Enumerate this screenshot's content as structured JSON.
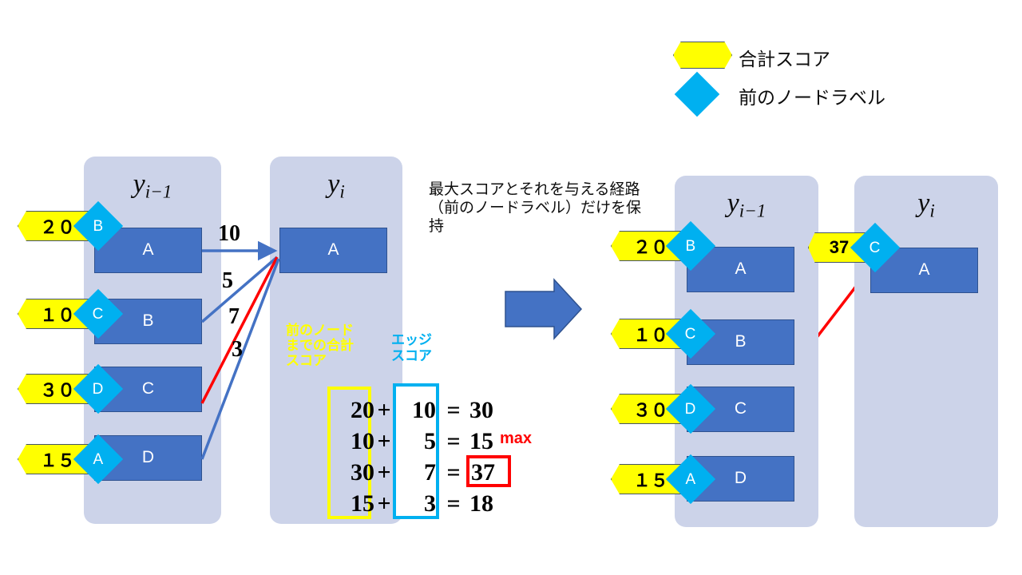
{
  "legend": {
    "items": [
      {
        "icon": "pentagon-yellow",
        "label": "合計スコア",
        "color": "#ffff00"
      },
      {
        "icon": "diamond-cyan",
        "label": "前のノードラベル",
        "color": "#00b0f0"
      }
    ]
  },
  "note": {
    "text": "最大スコアとそれを与える経路（前のノードラベル）だけを保持"
  },
  "left": {
    "prev_panel": {
      "title_base": "y",
      "title_sub": "i−1",
      "nodes": [
        {
          "label": "A",
          "score": "２０",
          "prev": "B"
        },
        {
          "label": "B",
          "score": "１０",
          "prev": "C"
        },
        {
          "label": "C",
          "score": "３０",
          "prev": "D"
        },
        {
          "label": "D",
          "score": "１５",
          "prev": "A"
        }
      ]
    },
    "cur_panel": {
      "title_base": "y",
      "title_sub": "i",
      "nodes": [
        {
          "label": "A"
        }
      ]
    },
    "edges": [
      {
        "from": "A",
        "to": "A",
        "weight": "10",
        "color": "#4472c4"
      },
      {
        "from": "B",
        "to": "A",
        "weight": "5",
        "color": "#4472c4"
      },
      {
        "from": "C",
        "to": "A",
        "weight": "7",
        "color": "#ff0000"
      },
      {
        "from": "D",
        "to": "A",
        "weight": "3",
        "color": "#4472c4"
      }
    ]
  },
  "captions": {
    "prev_total": "前のノード\nまでの合計\nスコア",
    "edge_score": "エッジ\nスコア"
  },
  "computation": {
    "max_label": "max",
    "plus": "+",
    "equals": "=",
    "rows": [
      {
        "a": "20",
        "b": "10",
        "result": "30",
        "is_max": false
      },
      {
        "a": "10",
        "b": "5",
        "result": "15",
        "is_max": false
      },
      {
        "a": "30",
        "b": "7",
        "result": "37",
        "is_max": true
      },
      {
        "a": "15",
        "b": "3",
        "result": "18",
        "is_max": false
      }
    ]
  },
  "right": {
    "prev_panel": {
      "title_base": "y",
      "title_sub": "i−1",
      "nodes": [
        {
          "label": "A",
          "score": "２０",
          "prev": "B"
        },
        {
          "label": "B",
          "score": "１０",
          "prev": "C"
        },
        {
          "label": "C",
          "score": "３０",
          "prev": "D"
        },
        {
          "label": "D",
          "score": "１５",
          "prev": "A"
        }
      ]
    },
    "cur_panel": {
      "title_base": "y",
      "title_sub": "i",
      "nodes": [
        {
          "label": "A",
          "score": "37",
          "prev": "C"
        }
      ]
    }
  },
  "colors": {
    "panel_bg": "#ccd3e9",
    "node_blue": "#4472c4",
    "node_border": "#2f528f",
    "score_yellow": "#ffff00",
    "diamond_cyan": "#00b0f0",
    "max_red": "#ff0000",
    "arrow_blue": "#4472c4"
  }
}
